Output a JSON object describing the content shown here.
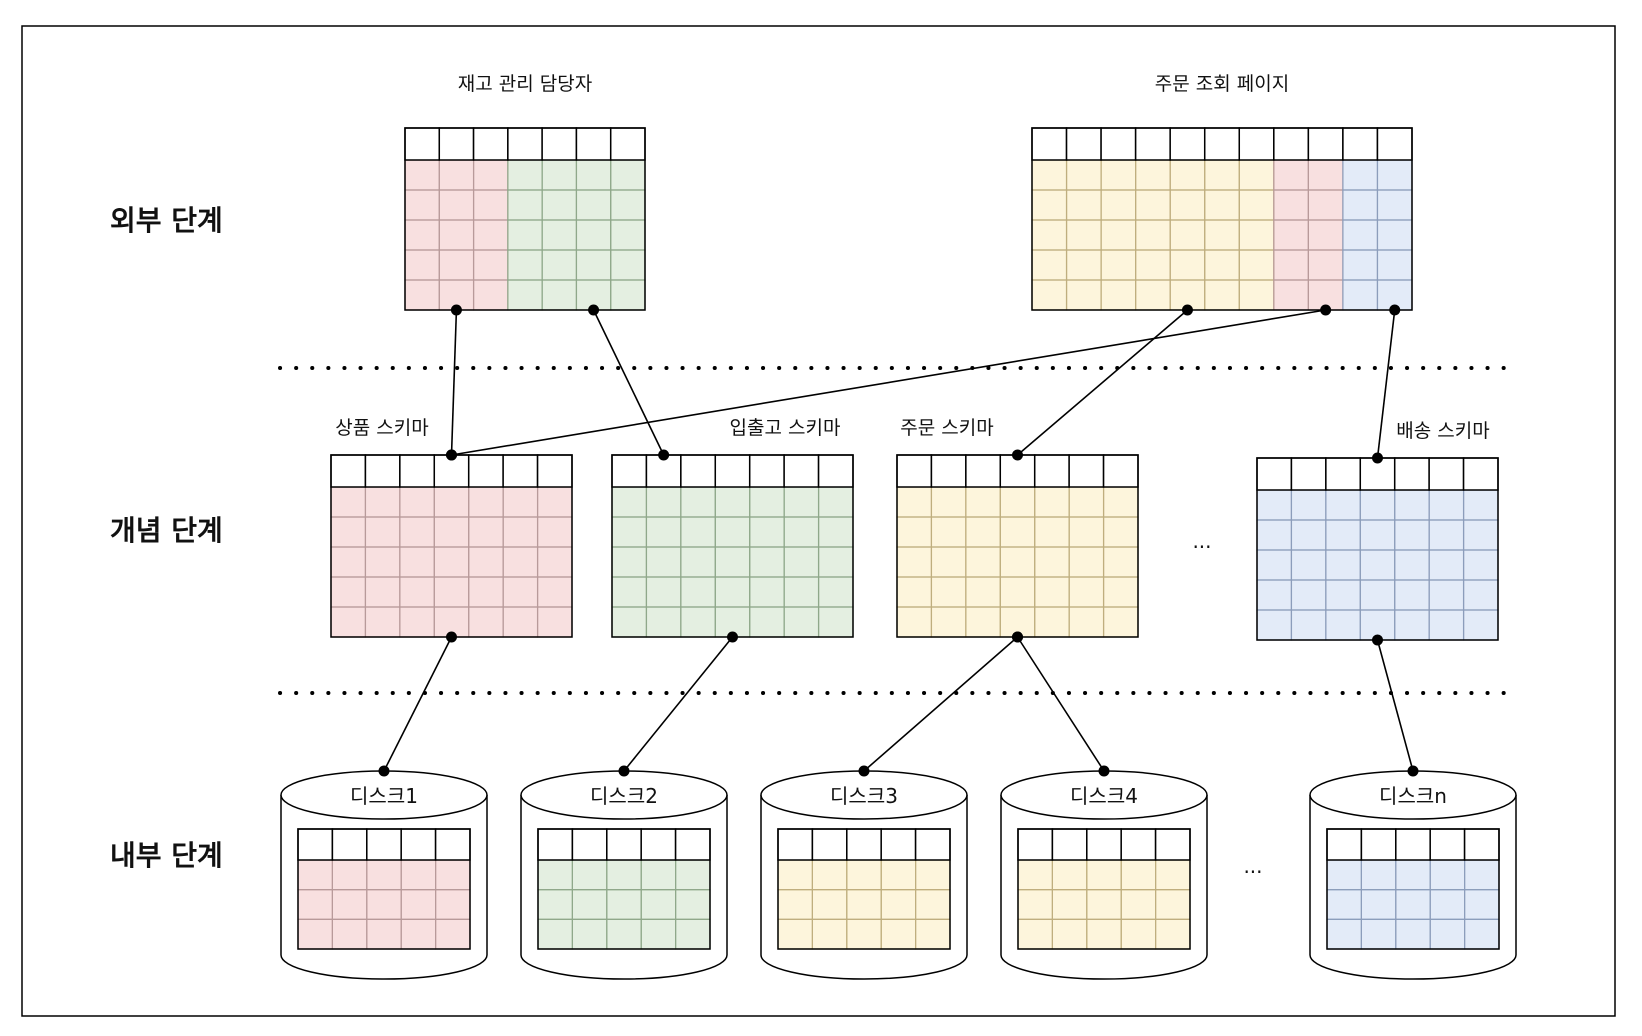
{
  "levels": {
    "external": "외부 단계",
    "conceptual": "개념 단계",
    "internal": "내부 단계"
  },
  "external_views": [
    {
      "id": "ext1",
      "label": "재고 관리 담당자",
      "columns": 7,
      "rows": 5,
      "segments": [
        {
          "from": 0,
          "to": 3,
          "color": "pink"
        },
        {
          "from": 3,
          "to": 7,
          "color": "green"
        }
      ]
    },
    {
      "id": "ext2",
      "label": "주문 조회 페이지",
      "columns": 11,
      "rows": 5,
      "segments": [
        {
          "from": 0,
          "to": 7,
          "color": "yellow"
        },
        {
          "from": 7,
          "to": 9,
          "color": "pink"
        },
        {
          "from": 9,
          "to": 11,
          "color": "blue"
        }
      ]
    }
  ],
  "conceptual_schemas": [
    {
      "id": "c1",
      "label": "상품 스키마",
      "columns": 7,
      "rows": 5,
      "color": "pink"
    },
    {
      "id": "c2",
      "label": "입출고 스키마",
      "columns": 7,
      "rows": 5,
      "color": "green"
    },
    {
      "id": "c3",
      "label": "주문 스키마",
      "columns": 7,
      "rows": 5,
      "color": "yellow"
    },
    {
      "id": "c4",
      "label": "배송 스키마",
      "columns": 7,
      "rows": 5,
      "color": "blue"
    }
  ],
  "conceptual_ellipsis": "...",
  "disks": [
    {
      "id": "d1",
      "label": "디스크1",
      "color": "pink",
      "columns": 5,
      "rows": 3
    },
    {
      "id": "d2",
      "label": "디스크2",
      "color": "green",
      "columns": 5,
      "rows": 3
    },
    {
      "id": "d3",
      "label": "디스크3",
      "color": "yellow",
      "columns": 5,
      "rows": 3
    },
    {
      "id": "d4",
      "label": "디스크4",
      "color": "yellow",
      "columns": 5,
      "rows": 3
    },
    {
      "id": "d5",
      "label": "디스크n",
      "color": "blue",
      "columns": 5,
      "rows": 3
    }
  ],
  "internal_ellipsis": "...",
  "colors": {
    "pink": "#f8e0e0",
    "pink_border": "#b89a9a",
    "green": "#e4efe1",
    "green_border": "#8fa88a",
    "yellow": "#fdf5dc",
    "yellow_border": "#bfae7e",
    "blue": "#e3ebf8",
    "blue_border": "#8c9dbb",
    "line": "#000000"
  },
  "connections": [
    {
      "from": "ext1-col1",
      "to": "c1-top"
    },
    {
      "from": "ext1-col5",
      "to": "c2-top"
    },
    {
      "from": "ext2-col8",
      "to": "c1-top"
    },
    {
      "from": "ext2-col4",
      "to": "c3-top"
    },
    {
      "from": "ext2-col10",
      "to": "c4-top"
    },
    {
      "from": "c1-bottom",
      "to": "d1"
    },
    {
      "from": "c2-bottom",
      "to": "d2"
    },
    {
      "from": "c3-bottom",
      "to": "d3"
    },
    {
      "from": "c3-bottom",
      "to": "d4"
    },
    {
      "from": "c4-bottom",
      "to": "d5"
    }
  ]
}
